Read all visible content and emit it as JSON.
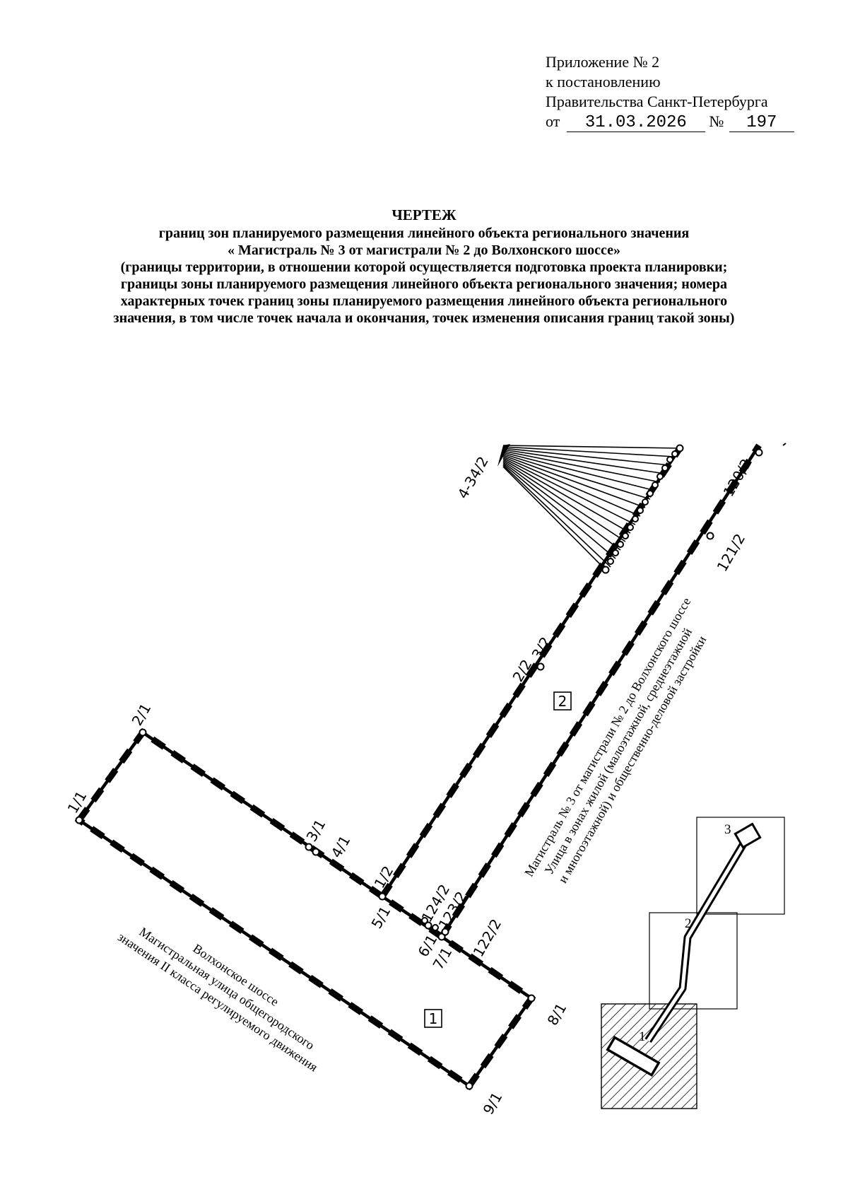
{
  "appendix": {
    "line1": "Приложение № 2",
    "line2": "к постановлению",
    "line3": "Правительства Санкт-Петербурга",
    "from_label": "от",
    "date": "31.03.2026",
    "number_label": "№",
    "number": "197"
  },
  "heading": {
    "title": "ЧЕРТЕЖ",
    "lines": [
      "границ зон планируемого размещения линейного объекта регионального значения",
      "« Магистраль № 3 от магистрали № 2 до Волхонского шоссе»",
      "(границы территории, в отношении которой осуществляется подготовка проекта планировки;",
      "границы зоны планируемого размещения линейного объекта регионального значения; номера",
      "характерных точек границ зоны планируемого размещения линейного объекта регионального",
      "значения, в том числе точек начала и окончания, точек изменения описания границ такой зоны)"
    ]
  },
  "drawing": {
    "points": {
      "p1_1": "1/1",
      "p2_1": "2/1",
      "p3_1": "3/1",
      "p4_1": "4/1",
      "p5_1": "5/1",
      "p6_1": "6/1",
      "p7_1": "7/1",
      "p8_1": "8/1",
      "p9_1": "9/1",
      "p1_2": "1/2",
      "p2_2": "2/2",
      "p3_2": "3/2",
      "p4_34_2": "4-34/2",
      "p120_2": "120/2",
      "p121_2": "121/2",
      "p122_2": "122/2",
      "p123_2": "123/2",
      "p124_2": "124/2"
    },
    "zones": {
      "zone1": "1",
      "zone2": "2"
    },
    "notes": {
      "volkhonskoe_1": "Волхонское шоссе",
      "volkhonskoe_2": "Магистральная улица общегородского",
      "volkhonskoe_3": "значения II класса регулируемого движения",
      "mag3_1": "Магистраль № 3 от магистрали № 2 до Волхонского шоссе",
      "mag3_2": "Улица в зонах жилой (малоэтажной, среднеэтажной",
      "mag3_3": "и многоэтажной) и общественно-деловой застройки"
    },
    "key_map": {
      "sheet1": "1",
      "sheet2": "2",
      "sheet3": "3"
    }
  }
}
